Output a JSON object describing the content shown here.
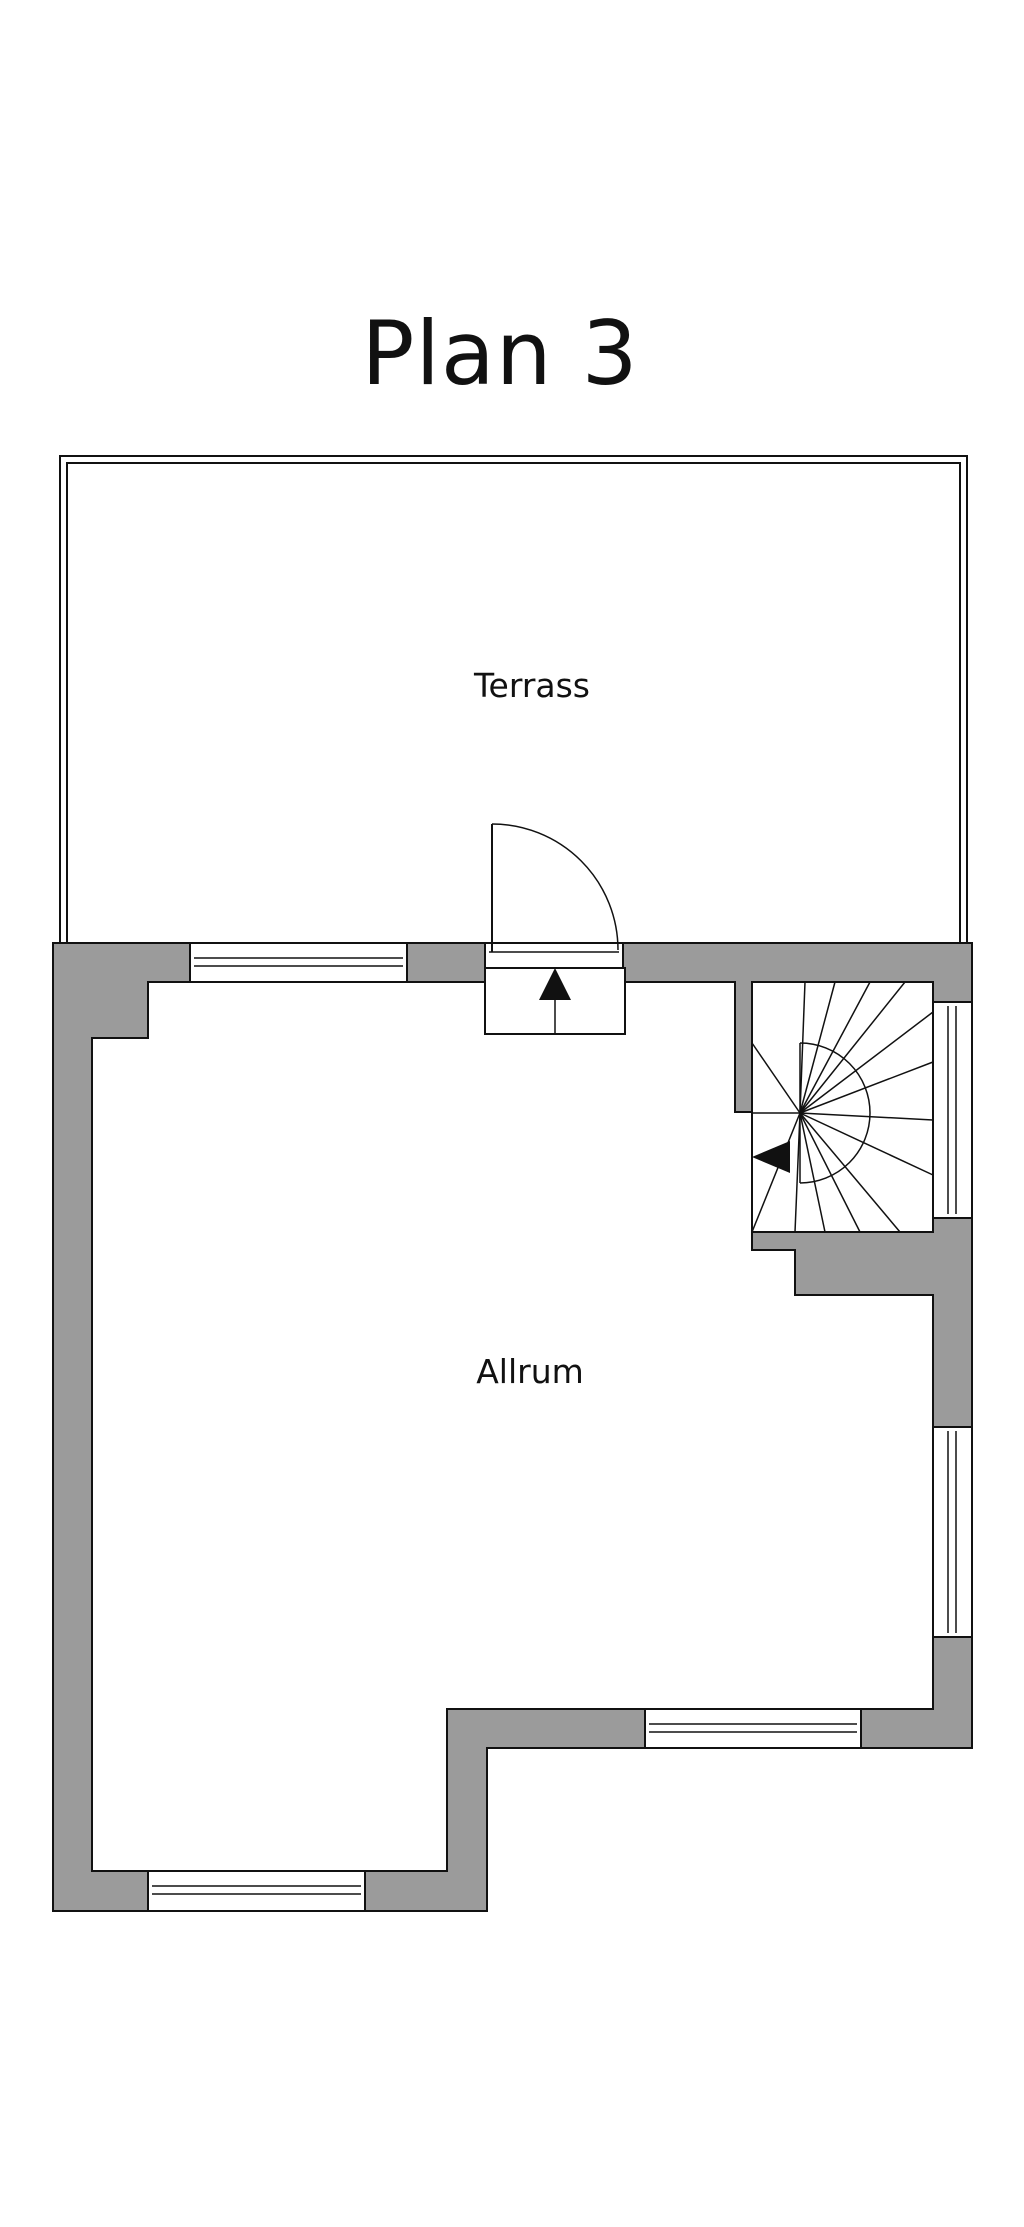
{
  "title": "Plan 3",
  "rooms": {
    "terrace": "Terrass",
    "living_room": "Allrum"
  },
  "colors": {
    "wall": "#9b9b9b",
    "line": "#111111",
    "background": "#ffffff"
  }
}
